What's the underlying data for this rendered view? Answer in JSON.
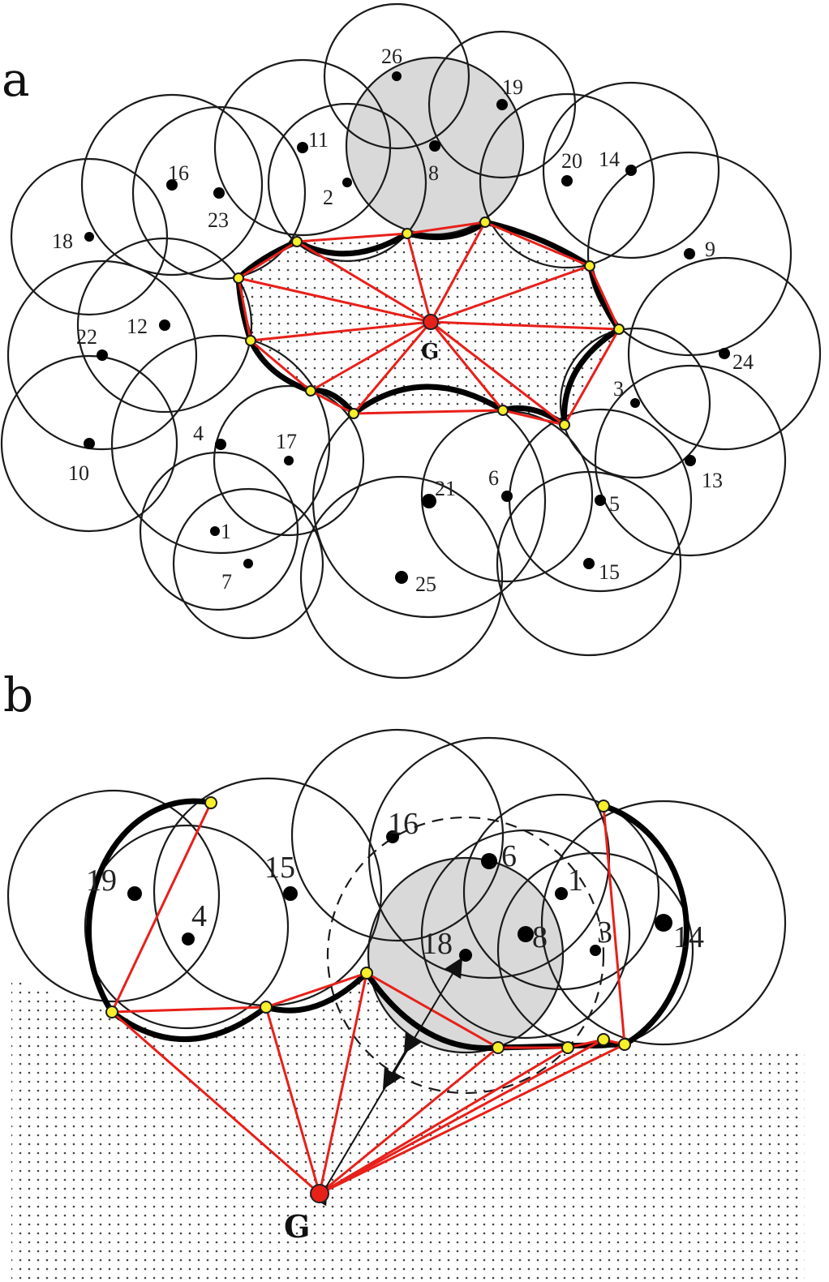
{
  "figure": {
    "panels": [
      {
        "id": "a",
        "label": "a",
        "center_label": "G",
        "node_labels": [
          "1",
          "2",
          "3",
          "4",
          "5",
          "6",
          "7",
          "8",
          "9",
          "10",
          "11",
          "12",
          "13",
          "14",
          "15",
          "16",
          "17",
          "18",
          "19",
          "20",
          "21",
          "22",
          "23",
          "24",
          "25",
          "26"
        ],
        "highlighted_node": "8"
      },
      {
        "id": "b",
        "label": "b",
        "center_label": "G",
        "node_labels": [
          "19",
          "4",
          "15",
          "16",
          "6",
          "1",
          "18",
          "8",
          "3",
          "14"
        ],
        "highlighted_node": "18"
      }
    ],
    "colors": {
      "edge": "#e8201a",
      "vertex": "#f7ef2a",
      "center": "#e8201a",
      "highlight_fill": "#d9d9d9",
      "outline": "#000000"
    }
  }
}
